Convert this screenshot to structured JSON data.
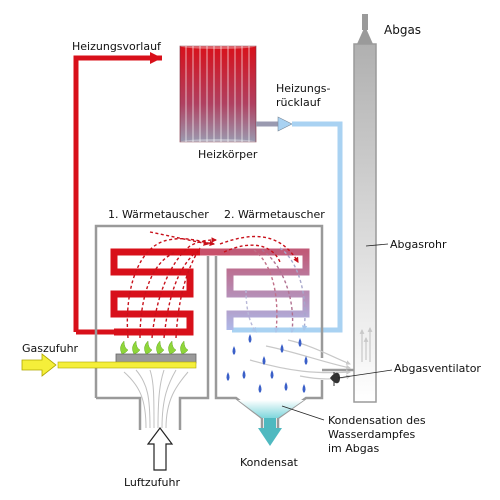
{
  "labels": {
    "heating_flow": "Heizungsvorlauf",
    "heating_return_1": "Heizungs-",
    "heating_return_2": "rücklauf",
    "radiator": "Heizkörper",
    "exhaust": "Abgas",
    "hx1": "1. Wärmetauscher",
    "hx2": "2. Wärmetauscher",
    "flue_pipe": "Abgasrohr",
    "gas_supply": "Gaszufuhr",
    "exhaust_fan": "Abgasventilator",
    "condensation_1": "Kondensation des",
    "condensation_2": "Wasserdampfes",
    "condensation_3": "im Abgas",
    "air_supply": "Luftzufuhr",
    "condensate": "Kondensat"
  },
  "colors": {
    "hot_pipe": "#d8101a",
    "cold_pipe": "#a9d2f2",
    "casing": "#9a9a9a",
    "flame": "#8fd63a",
    "condensate": "#4fb9c0",
    "gas": "#f5ef3a",
    "drops": "#3a5fc8"
  }
}
